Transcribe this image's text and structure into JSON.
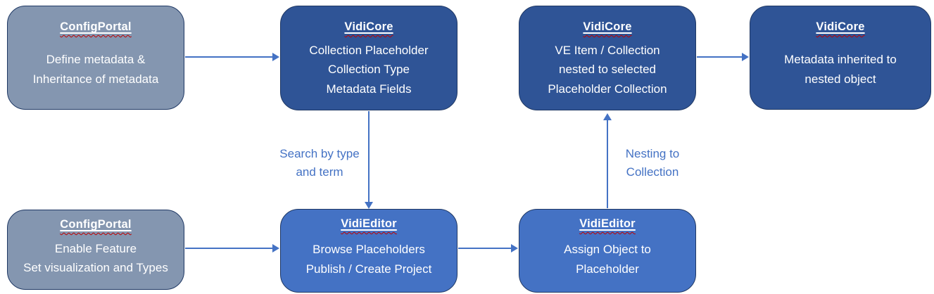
{
  "diagram": {
    "title": "Placeholder workflow diagram",
    "colors": {
      "node_gray_fill": "#8496B0",
      "node_dark_blue_fill": "#2F5496",
      "node_medium_blue_fill": "#4472C4",
      "node_border": "#1F3864",
      "node_text": "#FFFFFF",
      "arrow": "#4472C4",
      "edge_label_text": "#4472C4",
      "spellcheck_squiggle": "#C00000",
      "background": "#FFFFFF"
    },
    "nodes": [
      {
        "id": "configportal-define",
        "title": "ConfigPortal",
        "body": "Define metadata &\nInheritance of metadata",
        "style": "gray"
      },
      {
        "id": "vidicore-collection",
        "title": "VidiCore",
        "body": "Collection Placeholder\nCollection Type\nMetadata Fields",
        "style": "dark-blue"
      },
      {
        "id": "vidicore-ve-item",
        "title": "VidiCore",
        "body": "VE Item / Collection\nnested to selected\nPlaceholder Collection",
        "style": "dark-blue"
      },
      {
        "id": "vidicore-inherited",
        "title": "VidiCore",
        "body": "Metadata inherited to\nnested object",
        "style": "dark-blue"
      },
      {
        "id": "configportal-enable",
        "title": "ConfigPortal",
        "body": "Enable Feature\nSet visualization and Types",
        "style": "gray"
      },
      {
        "id": "vidieditor-browse",
        "title": "VidiEditor",
        "body": "Browse Placeholders\nPublish / Create Project",
        "style": "medium-blue"
      },
      {
        "id": "vidieditor-assign",
        "title": "VidiEditor",
        "body": "Assign Object to\nPlaceholder",
        "style": "medium-blue"
      }
    ],
    "edges": [
      {
        "from": "configportal-define",
        "to": "vidicore-collection",
        "label": ""
      },
      {
        "from": "vidicore-collection",
        "to": "vidieditor-browse",
        "label": "Search by type\nand term"
      },
      {
        "from": "configportal-enable",
        "to": "vidieditor-browse",
        "label": ""
      },
      {
        "from": "vidieditor-browse",
        "to": "vidieditor-assign",
        "label": ""
      },
      {
        "from": "vidieditor-assign",
        "to": "vidicore-ve-item",
        "label": "Nesting to\nCollection"
      },
      {
        "from": "vidicore-ve-item",
        "to": "vidicore-inherited",
        "label": ""
      }
    ],
    "edge_labels": {
      "search": "Search by type\nand term",
      "nesting": "Nesting to\nCollection"
    }
  }
}
